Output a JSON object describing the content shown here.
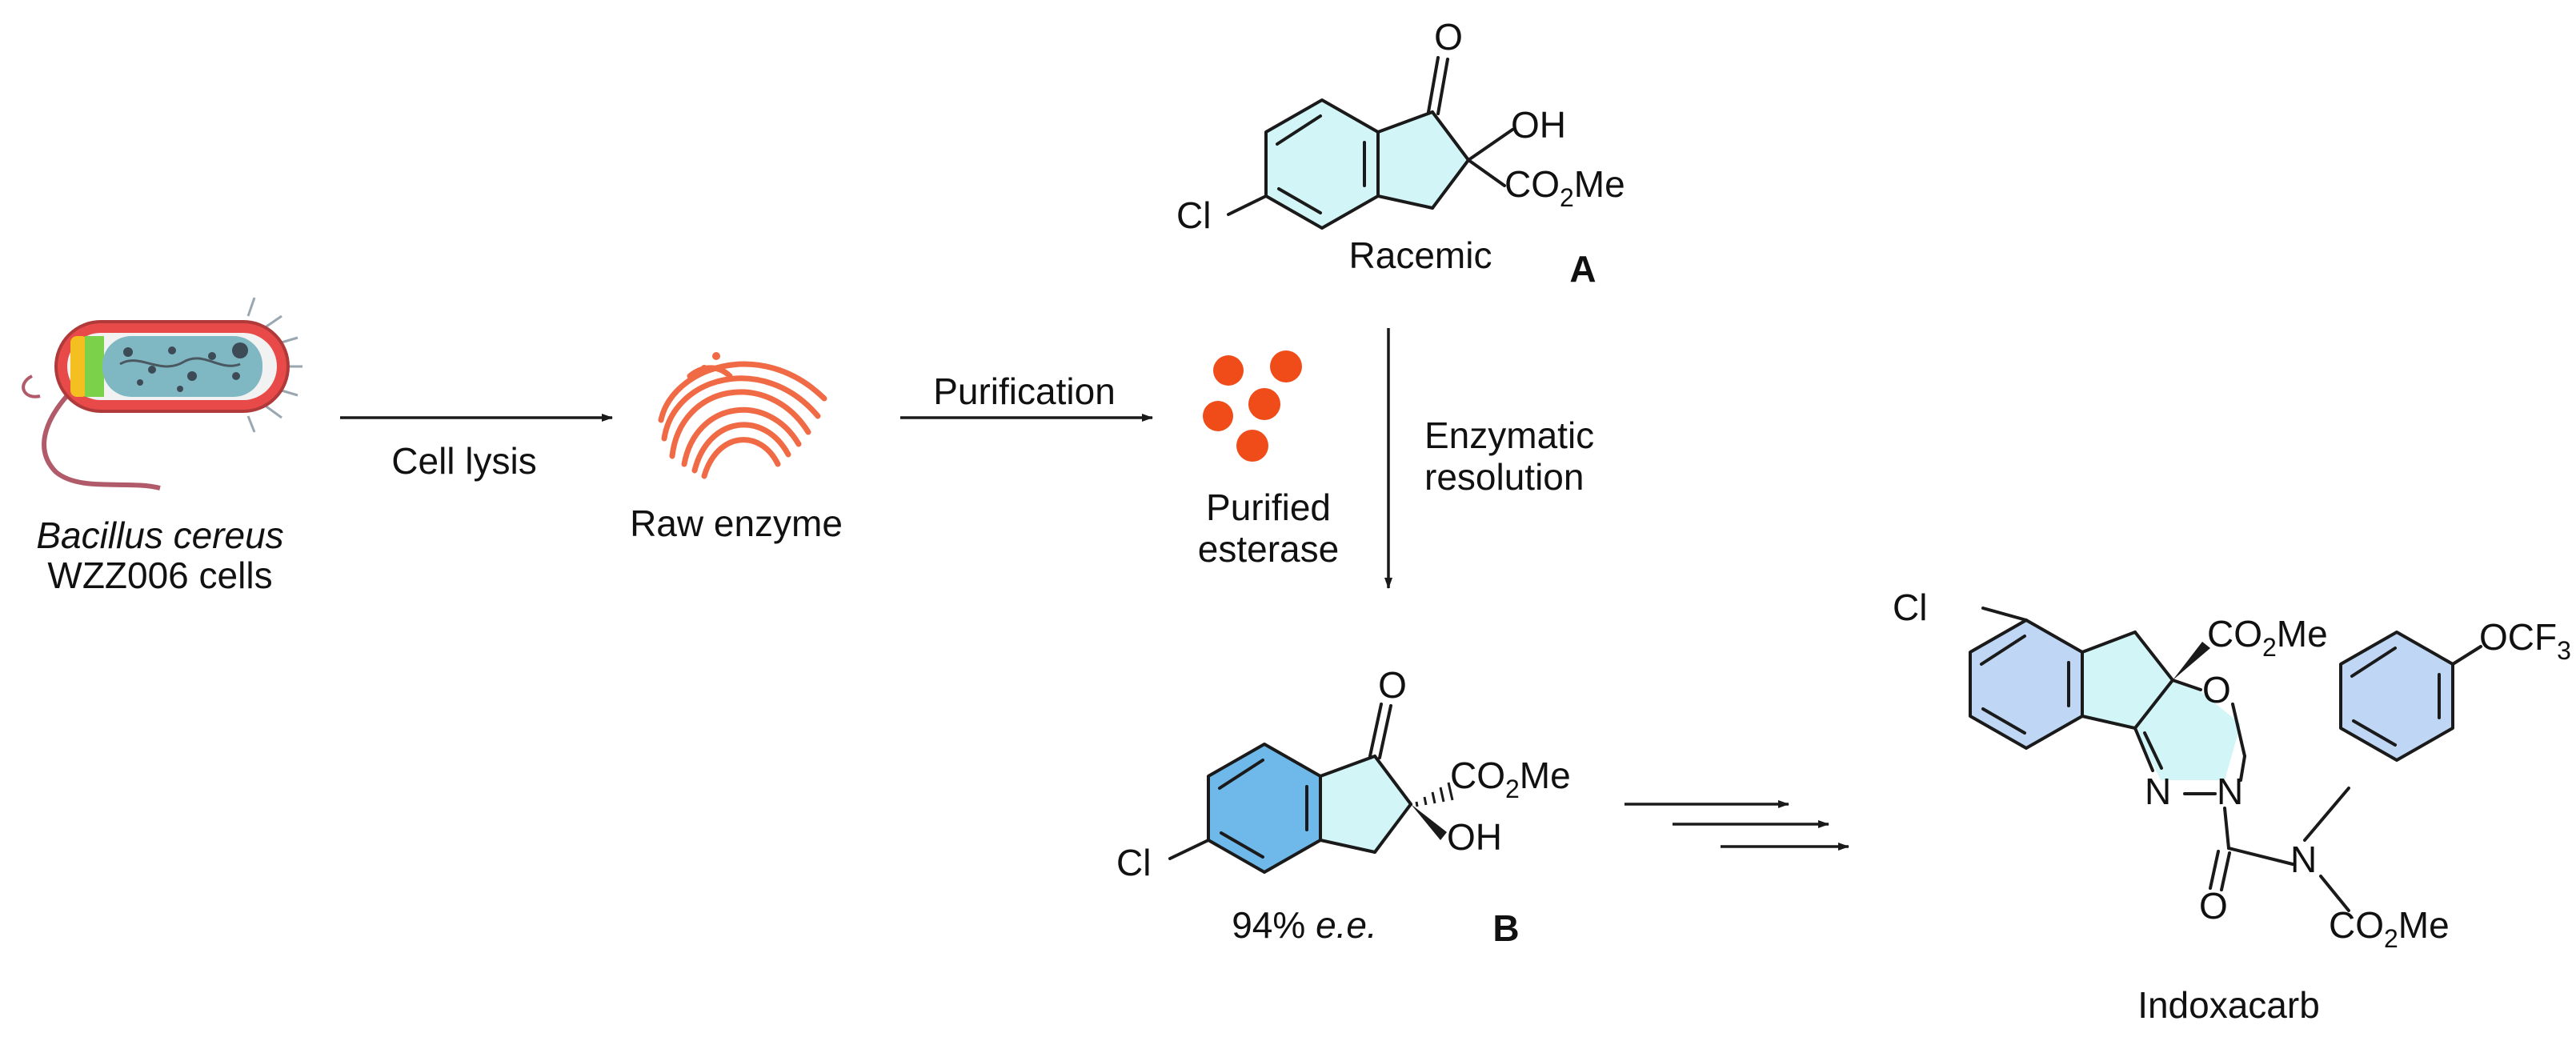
{
  "colors": {
    "ring_cyan": "#d2f5f7",
    "ring_blue_dark": "#6fb9ea",
    "ring_blue_light": "#bfd6f4",
    "esterase_orange": "#f04c1a",
    "enzyme_orange": "#f06a45",
    "cell_membrane": "#e84a4a",
    "cell_tail": "#b05a6a"
  },
  "organism": {
    "line1": "Bacillus cereus",
    "line2": "WZZ006 cells"
  },
  "steps": {
    "cell_lysis": "Cell lysis",
    "purification": "Purification",
    "enzymatic_line1": "Enzymatic",
    "enzymatic_line2": "resolution"
  },
  "intermediates": {
    "raw_enzyme": "Raw enzyme",
    "purified_line1": "Purified",
    "purified_line2": "esterase"
  },
  "compound_A": {
    "label": "A",
    "caption": "Racemic",
    "atoms": {
      "O": "O",
      "OH": "OH",
      "Cl": "Cl",
      "CO": "CO",
      "sub2": "2",
      "Me": "Me"
    }
  },
  "compound_B": {
    "label": "B",
    "ee_value": "94%",
    "ee_unit": "e.e.",
    "atoms": {
      "O": "O",
      "OH": "OH",
      "Cl": "Cl",
      "CO": "CO",
      "sub2": "2",
      "Me": "Me"
    }
  },
  "product": {
    "name": "Indoxacarb",
    "atoms": {
      "Cl": "Cl",
      "CO": "CO",
      "sub2": "2",
      "Me": "Me",
      "O_ring": "O",
      "N1": "N",
      "N2": "N",
      "N3": "N",
      "dash": "–",
      "O_carbonyl": "O",
      "OCF": "OCF",
      "sub3": "3"
    }
  }
}
